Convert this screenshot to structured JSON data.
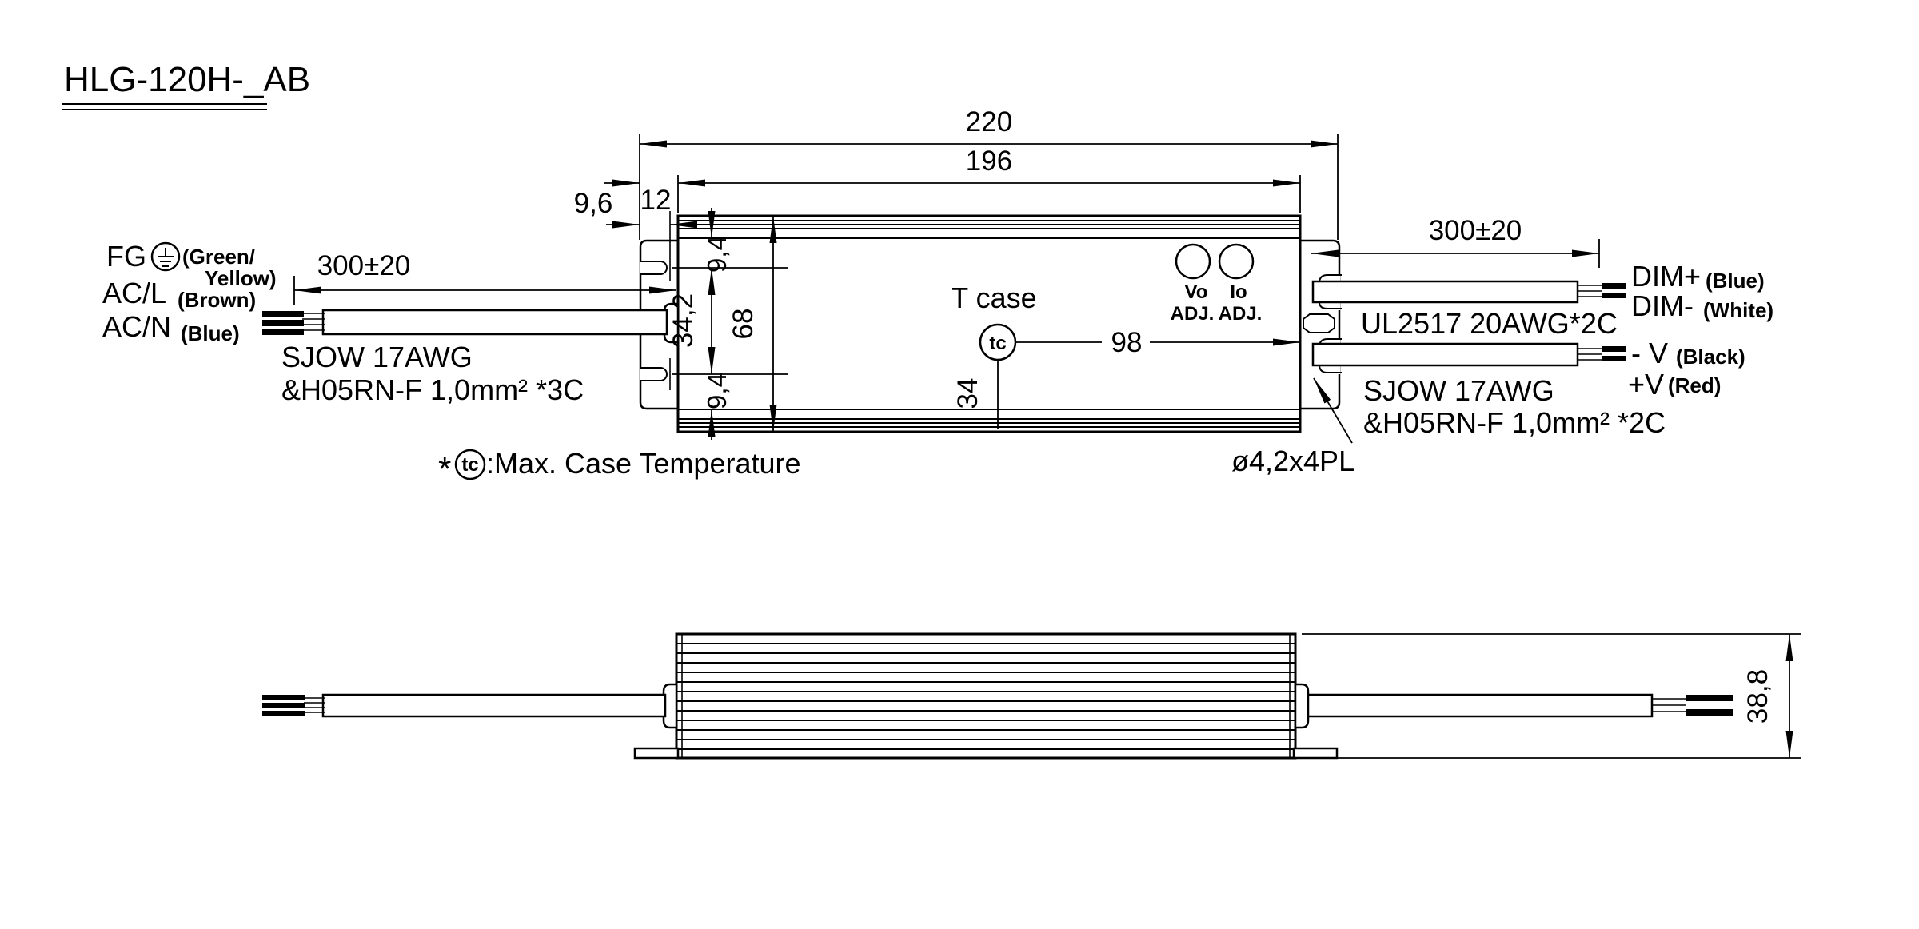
{
  "title": "HLG-120H-_AB",
  "colors": {
    "ink": "#000000",
    "background": "#ffffff"
  },
  "top_view": {
    "dim_overall": "220",
    "dim_body": "196",
    "dim_offset": "12",
    "dim_hole_edge": "9,6",
    "dim_hole_top": "9,4",
    "dim_hole_span": "34,2",
    "dim_height": "68",
    "dim_hole_bottom": "9,4",
    "dim_tc_right": "98",
    "dim_tc_bottom": "34",
    "tcase_label": "T case",
    "tc_symbol": "tc",
    "vo_label": "Vo",
    "io_label": "Io",
    "vo_adj_label": "ADJ.",
    "io_adj_label": "ADJ.",
    "mounting_hole_note": "ø4,2x4PL"
  },
  "input_side": {
    "dim_lead_length": "300±20",
    "fg_label": "FG",
    "fg_color_line1": "(Green/",
    "fg_color_line2": "Yellow)",
    "acl_label": "AC/L",
    "acl_color": "(Brown)",
    "acn_label": "AC/N",
    "acn_color": "(Blue)",
    "cable_spec_line1": "SJOW 17AWG",
    "cable_spec_line2": "&H05RN-F 1,0mm² *3C"
  },
  "output_side": {
    "dim_lead_length": "300±20",
    "signal_cable_spec": "UL2517 20AWG*2C",
    "dim_plus_label": "DIM+",
    "dim_plus_color": "(Blue)",
    "dim_minus_label": "DIM-",
    "dim_minus_color": "(White)",
    "v_minus_label": "- V",
    "v_minus_color": "(Black)",
    "v_plus_label": "+V",
    "v_plus_color": "(Red)",
    "cable_spec_line1": "SJOW 17AWG",
    "cable_spec_line2": "&H05RN-F 1,0mm² *2C"
  },
  "side_view": {
    "dim_height": "38,8"
  },
  "footnote": {
    "asterisk": "*",
    "tc_symbol": "tc",
    "text": ":Max. Case Temperature"
  }
}
